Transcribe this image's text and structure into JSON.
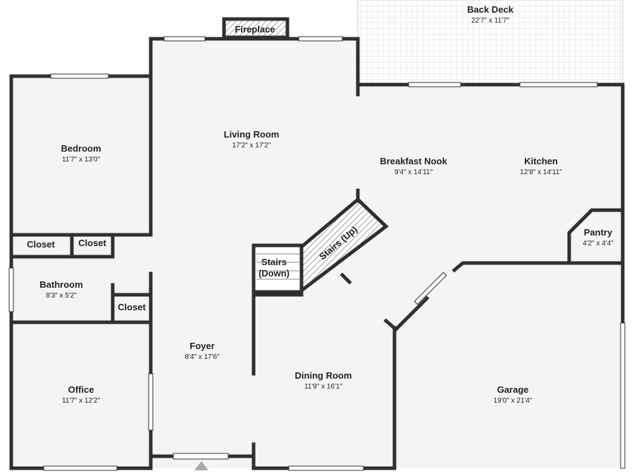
{
  "colors": {
    "wall": "#2f2f2f",
    "floor": "#f4f4f4",
    "window": "#ffffff",
    "hatch": "#666666",
    "entry_marker": "#a9a9a9",
    "deck_grid": "#d9d9d9"
  },
  "rooms": {
    "back_deck": {
      "name": "Back Deck",
      "dims": "22'7\" x 11'7\""
    },
    "fireplace": {
      "name": "Fireplace"
    },
    "living_room": {
      "name": "Living Room",
      "dims": "17'2\" x 17'2\""
    },
    "bedroom": {
      "name": "Bedroom",
      "dims": "11'7\" x 13'0\""
    },
    "breakfast_nook": {
      "name": "Breakfast Nook",
      "dims": "9'4\" x 14'11\""
    },
    "kitchen": {
      "name": "Kitchen",
      "dims": "12'8\" x 14'11\""
    },
    "closet_1": {
      "name": "Closet"
    },
    "closet_2": {
      "name": "Closet"
    },
    "closet_3": {
      "name": "Closet"
    },
    "pantry": {
      "name": "Pantry",
      "dims": "4'2\" x 4'4\""
    },
    "stairs_up": {
      "name": "Stairs (Up)"
    },
    "stairs_down": {
      "name_line1": "Stairs",
      "name_line2": "(Down)"
    },
    "bathroom": {
      "name": "Bathroom",
      "dims": "8'3\" x 5'2\""
    },
    "foyer": {
      "name": "Foyer",
      "dims": "8'4\" x 17'6\""
    },
    "dining_room": {
      "name": "Dining Room",
      "dims": "11'9\" x 16'1\""
    },
    "office": {
      "name": "Office",
      "dims": "11'7\" x 12'2\""
    },
    "garage": {
      "name": "Garage",
      "dims": "19'0\" x 21'4\""
    }
  }
}
